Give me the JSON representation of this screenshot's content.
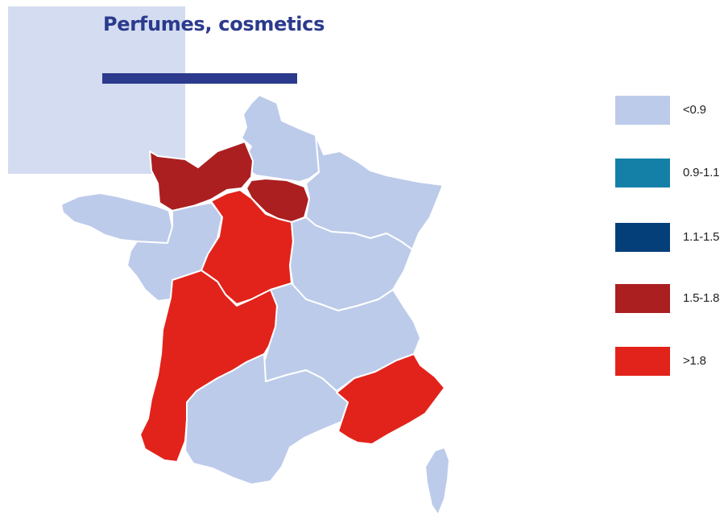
{
  "title": "Perfumes, cosmetics",
  "colors": {
    "title": "#2b3a8c",
    "lt_0_9": "#bccbea",
    "r_0_9_1_1": "#1480a8",
    "r_1_1_1_5": "#053f7a",
    "r_1_5_1_8": "#ab1f21",
    "gt_1_8": "#e2231b"
  },
  "legend": [
    {
      "label": "<0.9",
      "color": "#bccbea"
    },
    {
      "label": "0.9-1.1",
      "color": "#1480a8"
    },
    {
      "label": "1.1-1.5",
      "color": "#053f7a"
    },
    {
      "label": "1.5-1.8",
      "color": "#ab1f21"
    },
    {
      "label": ">1.8",
      "color": "#e2231b"
    }
  ],
  "regions": [
    {
      "name": "Hauts-de-France",
      "class": "<0.9"
    },
    {
      "name": "Normandie",
      "class": "1.5-1.8"
    },
    {
      "name": "Île-de-France",
      "class": "1.5-1.8"
    },
    {
      "name": "Grand Est",
      "class": "<0.9"
    },
    {
      "name": "Bretagne",
      "class": "<0.9"
    },
    {
      "name": "Pays de la Loire",
      "class": "<0.9"
    },
    {
      "name": "Centre-Val de Loire",
      "class": ">1.8"
    },
    {
      "name": "Bourgogne-Franche-Comté",
      "class": "<0.9"
    },
    {
      "name": "Nouvelle-Aquitaine",
      "class": ">1.8"
    },
    {
      "name": "Auvergne-Rhône-Alpes",
      "class": "<0.9"
    },
    {
      "name": "Occitanie",
      "class": "<0.9"
    },
    {
      "name": "Provence-Alpes-Côte d'Azur",
      "class": ">1.8"
    },
    {
      "name": "Corse",
      "class": "<0.9"
    }
  ]
}
